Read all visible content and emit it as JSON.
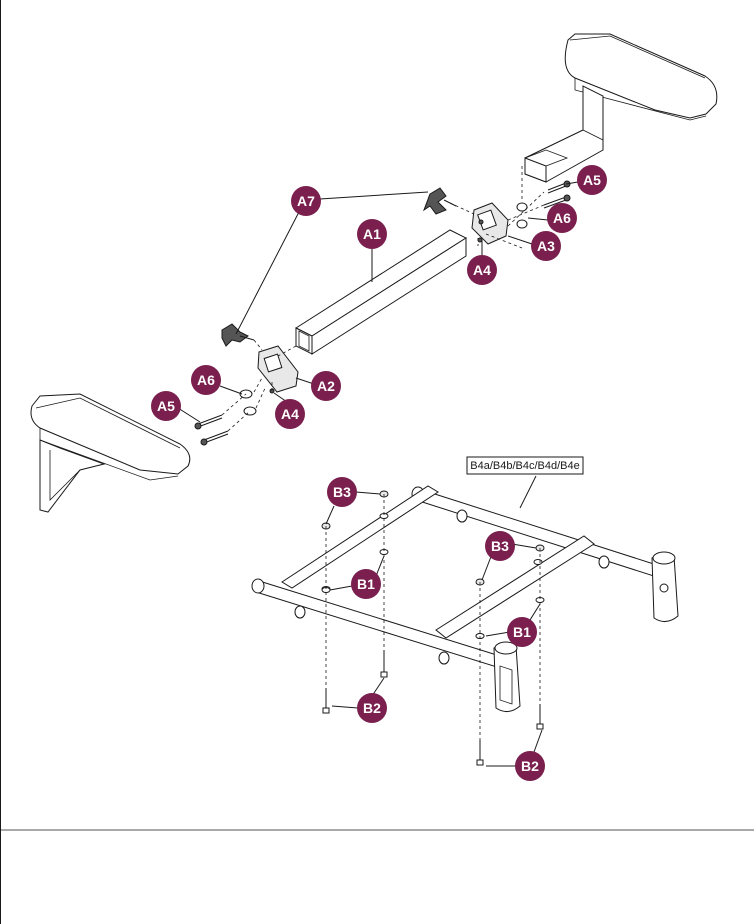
{
  "callouts": {
    "a1": "A1",
    "a2": "A2",
    "a3": "A3",
    "a4_left": "A4",
    "a4_right": "A4",
    "a5_left": "A5",
    "a5_right": "A5",
    "a6_left": "A6",
    "a6_right": "A6",
    "a7": "A7",
    "b1_left": "B1",
    "b1_right": "B1",
    "b2_left": "B2",
    "b2_right": "B2",
    "b3_left": "B3",
    "b3_right": "B3"
  },
  "frame_label": "B4a/B4b/B4c/B4d/B4e",
  "colors": {
    "callout_fill": "#7a1f4e",
    "line": "#1a1a1a"
  }
}
